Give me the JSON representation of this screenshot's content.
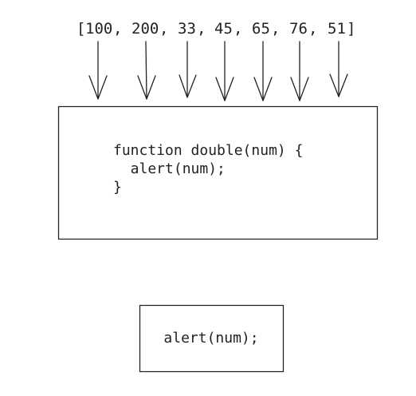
{
  "array": {
    "open_bracket": "[",
    "close_bracket": "]",
    "separator": ",",
    "items": [
      "100",
      "200",
      "33",
      "45",
      "65",
      "76",
      "51"
    ]
  },
  "function_box": {
    "lines": [
      "function double(num) {",
      "  alert(num);",
      "}"
    ]
  },
  "output_box": {
    "text": "alert(num);"
  },
  "colors": {
    "ink": "#222222",
    "background": "#ffffff"
  }
}
